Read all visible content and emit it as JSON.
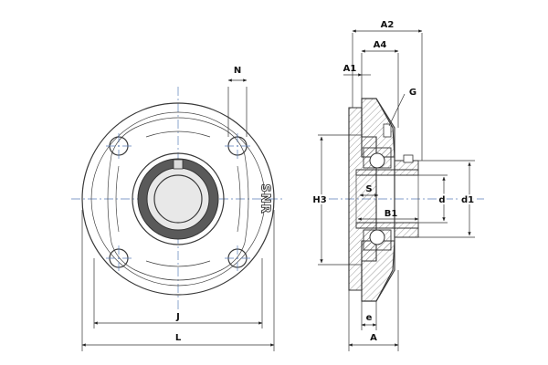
{
  "labels": {
    "N": "N",
    "J": "J",
    "L": "L",
    "A2": "A2",
    "A4": "A4",
    "A1": "A1",
    "G": "G",
    "H3": "H3",
    "S": "S",
    "d": "d",
    "d1": "d1",
    "B1": "B1",
    "e": "e",
    "A": "A"
  },
  "logo": {
    "text": "SNR"
  }
}
